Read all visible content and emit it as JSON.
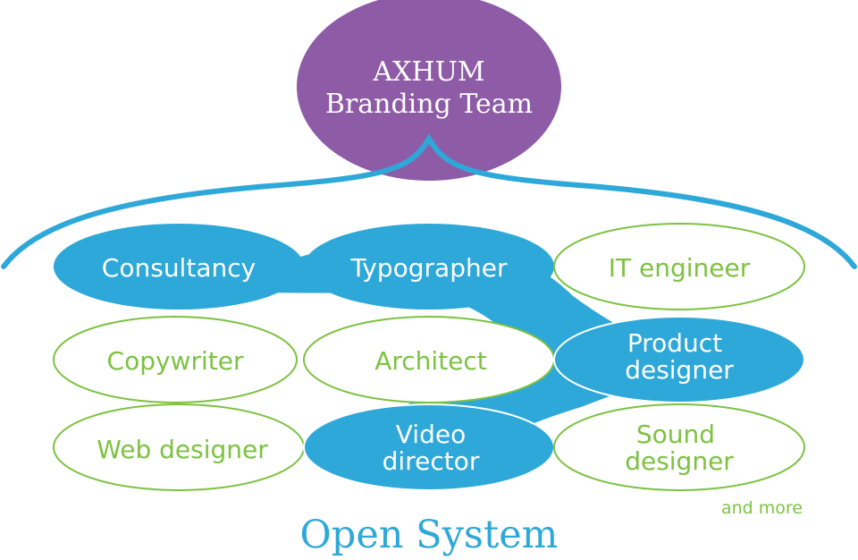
{
  "colors": {
    "purple": "#8e5ba6",
    "blue": "#2da8d8",
    "green": "#7dc242",
    "white": "#ffffff"
  },
  "top_node": {
    "line1": "AXHUM",
    "line2": "Branding Team"
  },
  "roles": {
    "consultancy": {
      "line1": "Consultancy"
    },
    "typographer": {
      "line1": "Typographer"
    },
    "it_engineer": {
      "line1": "IT engineer"
    },
    "copywriter": {
      "line1": "Copywriter"
    },
    "architect": {
      "line1": "Architect"
    },
    "product_designer": {
      "line1": "Product",
      "line2": "designer"
    },
    "web_designer": {
      "line1": "Web designer"
    },
    "video_director": {
      "line1": "Video",
      "line2": "director"
    },
    "sound_designer": {
      "line1": "Sound",
      "line2": "designer"
    }
  },
  "more_note": "and more",
  "system_label": "Open System"
}
